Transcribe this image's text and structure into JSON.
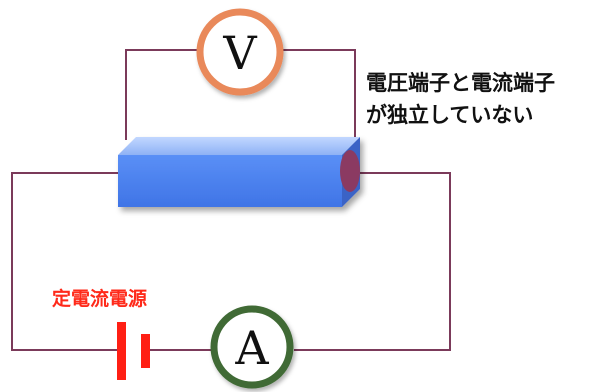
{
  "diagram": {
    "voltmeter_symbol": "V",
    "ammeter_symbol": "A",
    "note_lines": [
      "電圧端子と電流端子",
      "が独立していない"
    ],
    "source_label": "定電流電源",
    "colors": {
      "wire": "#7b3a5a",
      "voltmeter_ring": "#e9895a",
      "ammeter_ring": "#3f6b34",
      "sample_front": "#4d82f2",
      "sample_top": "#a9c6ff",
      "sample_side": "#3a63c6",
      "electrode": "#8b3a62",
      "source_bars": "#ff1f14",
      "source_label": "#ff2a1a"
    }
  }
}
